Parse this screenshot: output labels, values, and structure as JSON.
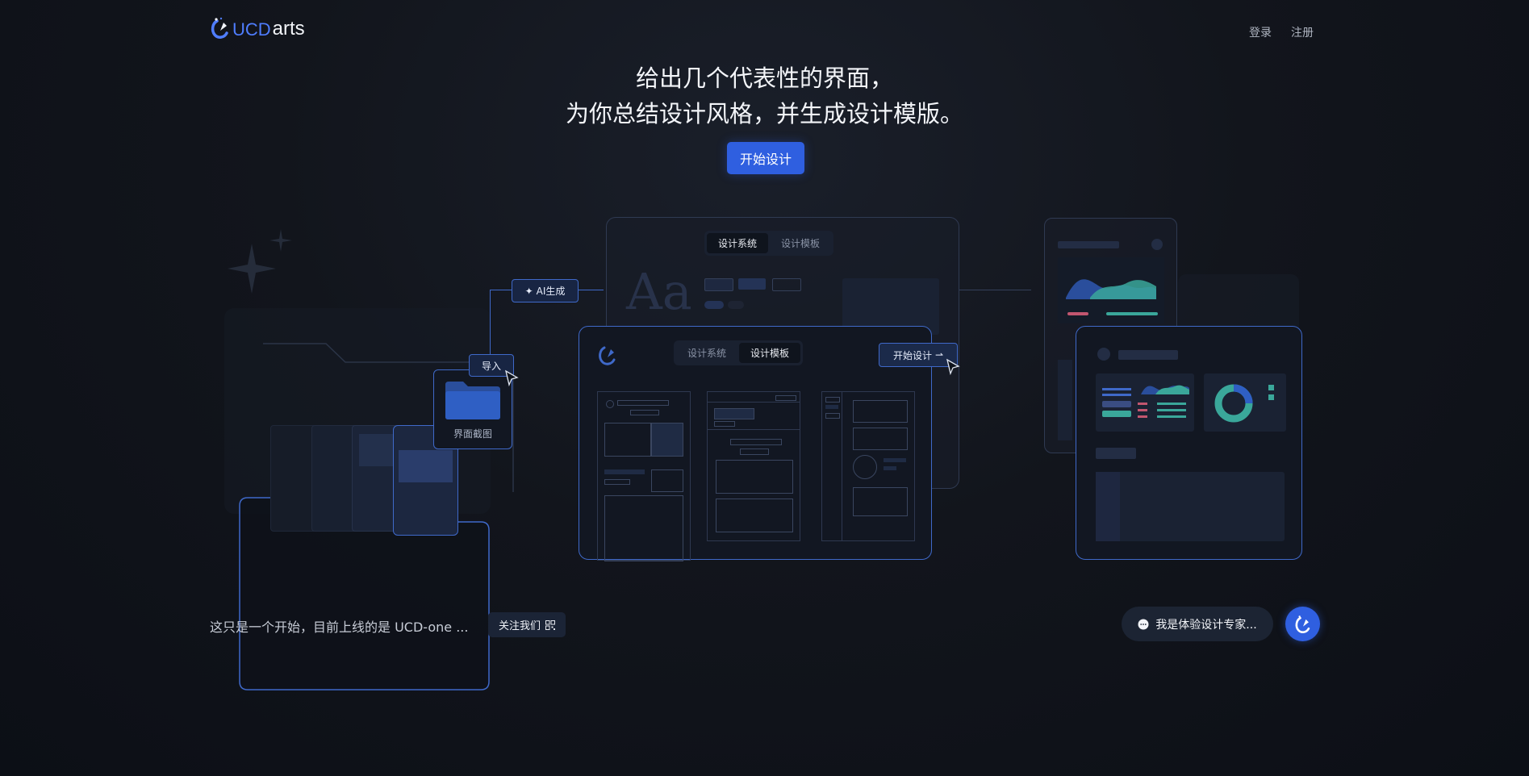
{
  "header": {
    "logo_ucd": "UCD",
    "logo_arts": "arts",
    "login": "登录",
    "register": "注册"
  },
  "hero": {
    "line1": "给出几个代表性的界面，",
    "line2": "为你总结设计风格，并生成设计模版。",
    "cta": "开始设计"
  },
  "illustration": {
    "import_label": "导入",
    "folder_label": "界面截图",
    "ai_label": "AI生成",
    "tab_system": "设计系统",
    "tab_template": "设计模板",
    "start_design": "开始设计",
    "typography_sample": "Aa"
  },
  "footer": {
    "notice": "这只是一个开始，目前上线的是 UCD-one ...",
    "follow": "关注我们",
    "expert": "我是体验设计专家..."
  },
  "colors": {
    "accent": "#2f5fe0",
    "teal": "#3aa79a",
    "pink": "#c2566f"
  },
  "icons": [
    "logo-icon",
    "sparkle-icon",
    "cursor-icon",
    "arrow-right-icon",
    "qrcode-icon",
    "chat-icon",
    "bot-icon",
    "folder-icon"
  ]
}
